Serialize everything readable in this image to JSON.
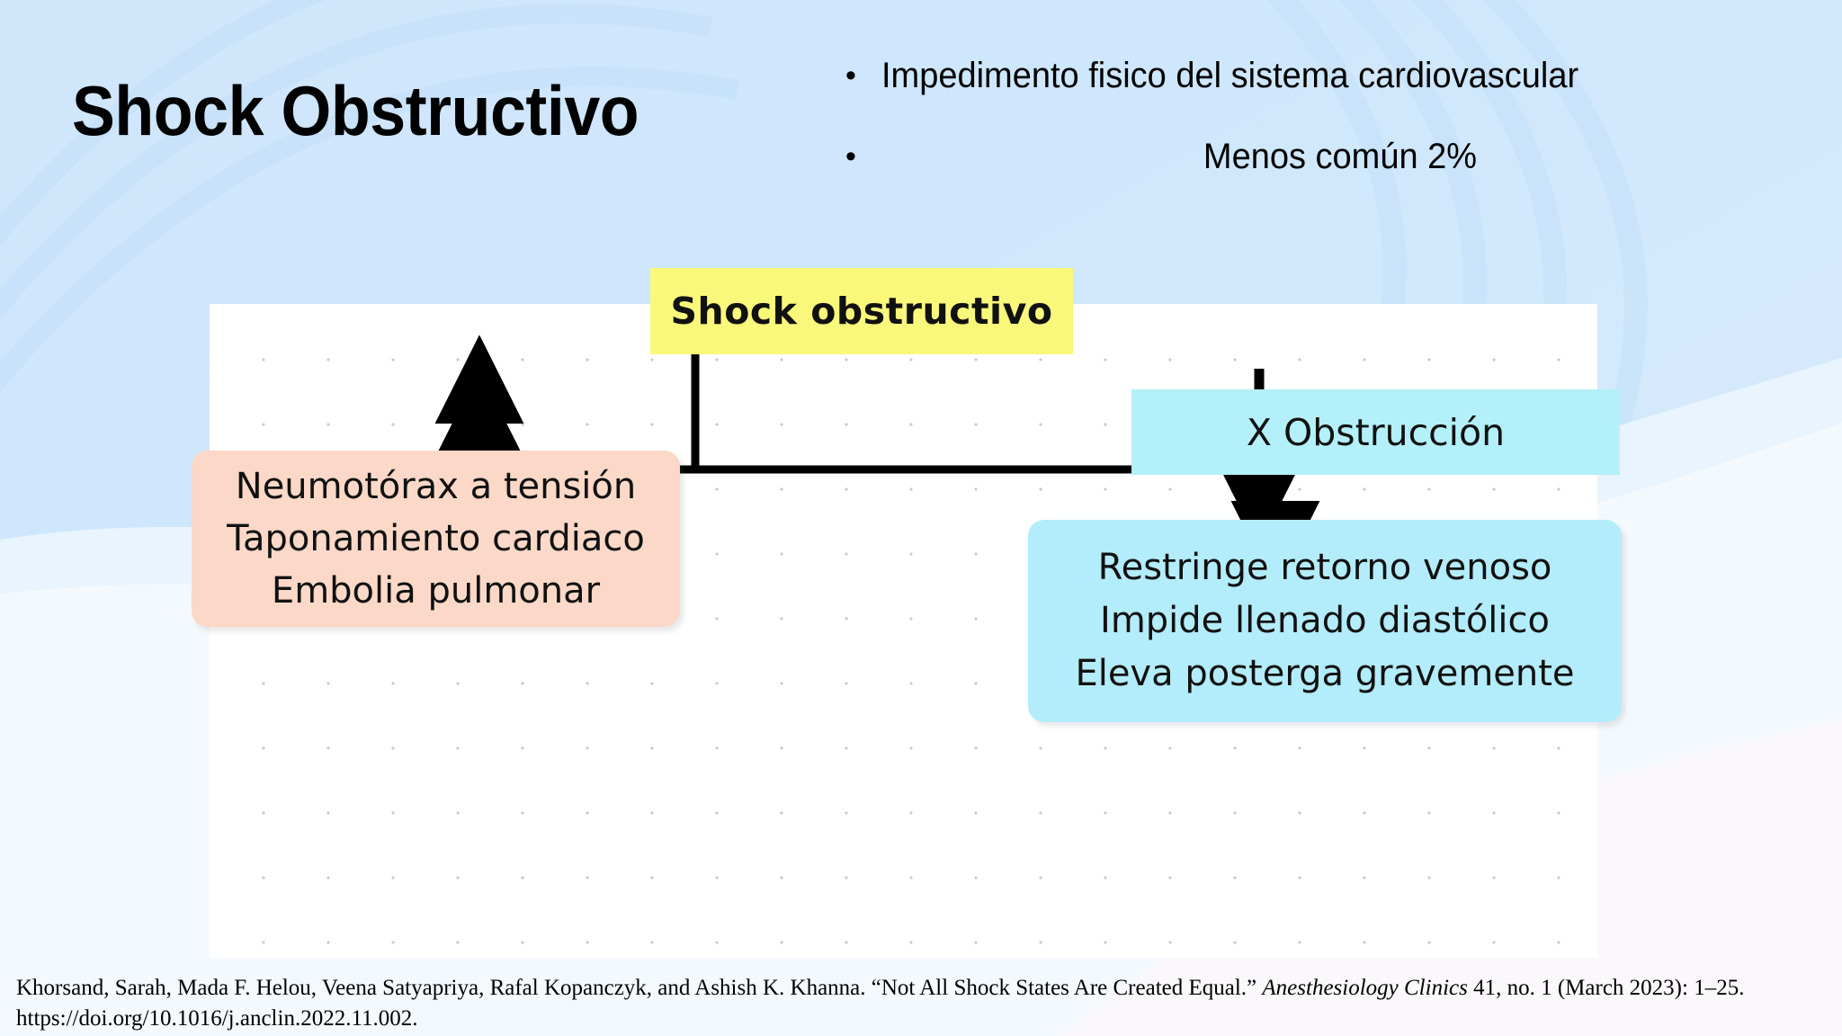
{
  "slide": {
    "title": "Shock Obstructivo",
    "bullets": [
      {
        "marker": "•",
        "text": "Impedimento fisico del sistema cardiovascular",
        "centered": false
      },
      {
        "marker": "•",
        "text": "Menos común 2%",
        "centered": true
      }
    ]
  },
  "diagram": {
    "root": {
      "label": "Shock obstructivo",
      "color": "#FAF87B"
    },
    "branch_left": {
      "lines": [
        "Neumotórax a tensión",
        "Taponamiento cardiaco",
        "Embolia pulmonar"
      ],
      "color": "#FBD8C7"
    },
    "branch_right_node": {
      "label": "X Obstrucción",
      "color": "#B3F0FA"
    },
    "branch_right_effects": {
      "lines": [
        "Restringe retorno venoso",
        "Impide llenado diastólico",
        "Eleva posterga gravemente"
      ],
      "color": "#B3ECFA"
    },
    "connector_color": "#000000"
  },
  "citation": {
    "part1": "Khorsand, Sarah, Mada F. Helou, Veena Satyapriya, Rafal Kopanczyk, and Ashish K. Khanna. “Not All Shock States Are Created Equal.” ",
    "journal": "Anesthesiology Clinics",
    "part2": " 41, no. 1 (March 2023): 1–25. https://doi.org/10.1016/j.anclin.2022.11.002."
  },
  "theme": {
    "background_top": "#CDE6FB",
    "background_wave": "#E4F2FE",
    "background_bottom": "#FBF6FC"
  }
}
